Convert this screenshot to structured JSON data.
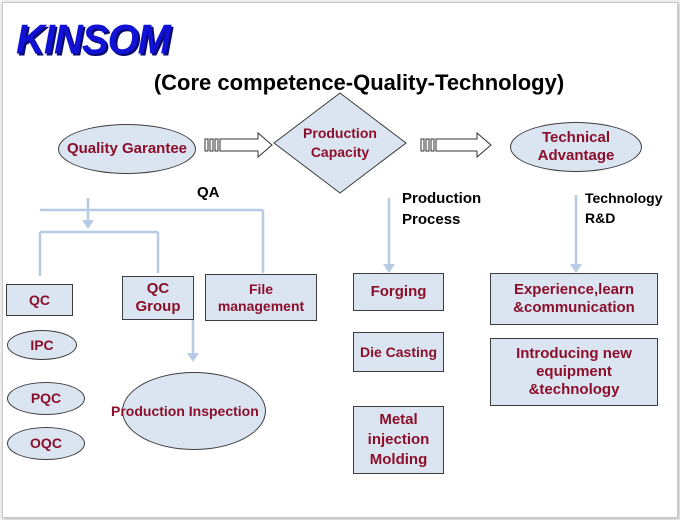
{
  "brand": {
    "logo": "KINSOM"
  },
  "title": "(Core competence-Quality-Technology)",
  "nodes": {
    "quality_garantee": "Quality Garantee",
    "production_capacity": "Production Capacity",
    "technical_advantage": "Technical Advantage",
    "qc": "QC",
    "qc_group": "QC Group",
    "file_management": "File management",
    "ipc": "IPC",
    "pqc": "PQC",
    "oqc": "OQC",
    "production_inspection": "Production Inspection",
    "forging": "Forging",
    "die_casting": "Die Casting",
    "metal_injection_molding": "Metal injection Molding",
    "experience": "Experience,learn &communication",
    "introducing": "Introducing new equipment &technology"
  },
  "labels": {
    "qa": "QA",
    "production_process": "Production Process",
    "technology_rd": "Technology R&D"
  },
  "colors": {
    "node_fill": "#dbe5f1",
    "node_text": "#8b0f2a",
    "connector": "#b8cbe4",
    "logo": "#1212d6"
  }
}
